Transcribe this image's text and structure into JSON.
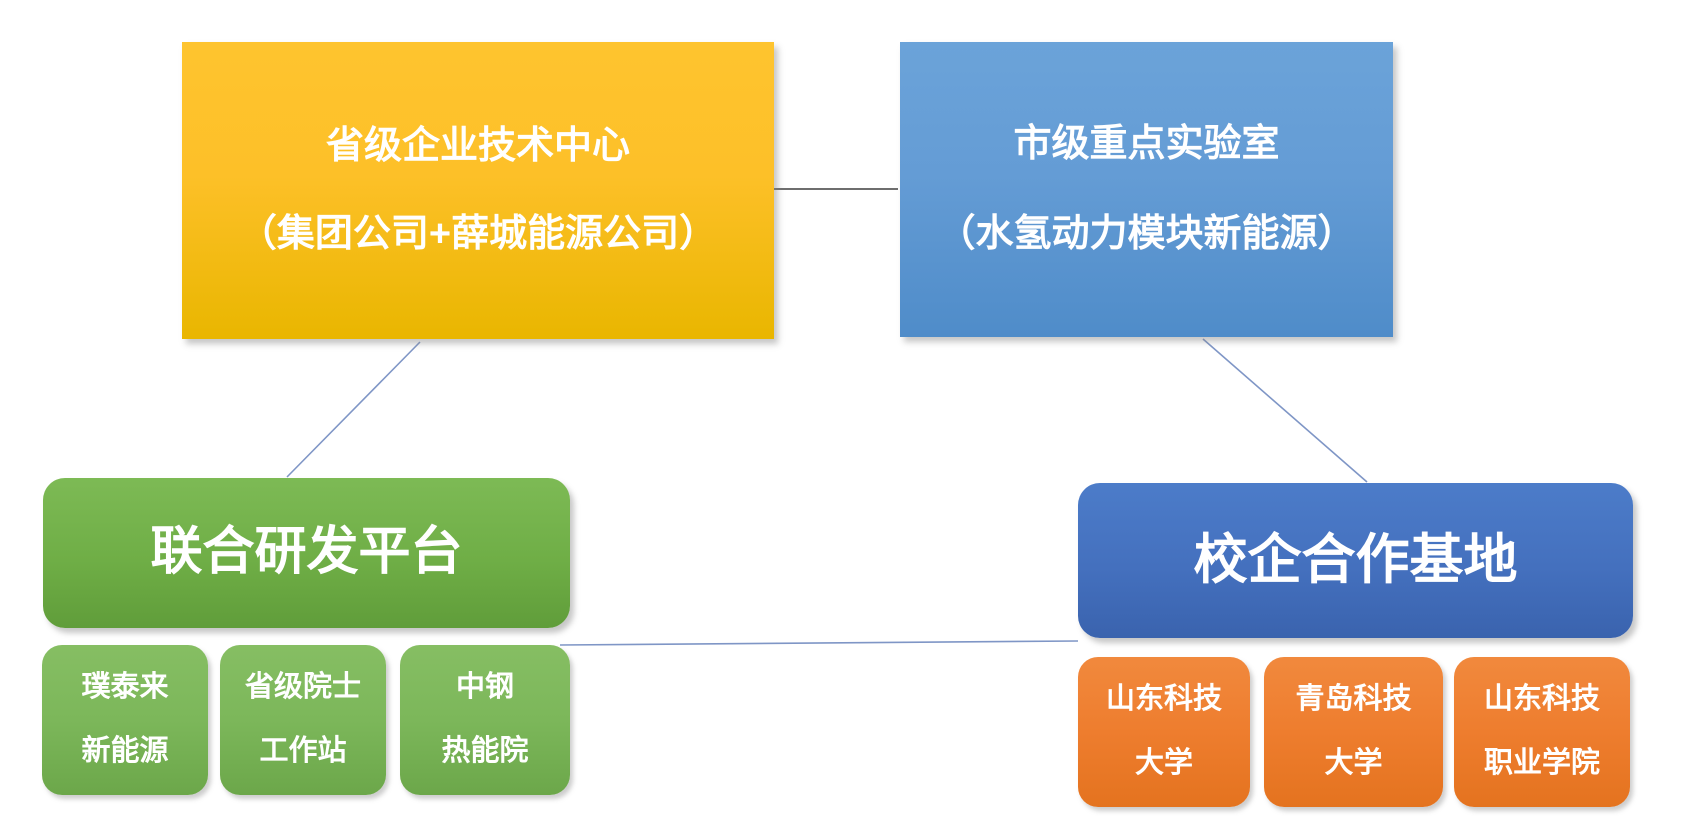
{
  "nodes": {
    "provincial_center": {
      "line1": "省级企业技术中心",
      "line2": "（集团公司+薛城能源公司）"
    },
    "municipal_lab": {
      "line1": "市级重点实验室",
      "line2": "（水氢动力模块新能源）"
    },
    "joint_rd_platform": {
      "label": "联合研发平台"
    },
    "school_enterprise_base": {
      "label": "校企合作基地"
    },
    "rd_partners": [
      {
        "line1": "璞泰来",
        "line2": "新能源"
      },
      {
        "line1": "省级院士",
        "line2": "工作站"
      },
      {
        "line1": "中钢",
        "line2": "热能院"
      }
    ],
    "cooperating_schools": [
      {
        "line1": "山东科技",
        "line2": "大学"
      },
      {
        "line1": "青岛科技",
        "line2": "大学"
      },
      {
        "line1": "山东科技",
        "line2": "职业学院"
      }
    ]
  },
  "colors": {
    "gold_top": "#fec42f",
    "gold_bottom": "#e9b600",
    "sky_blue_top": "#6ba3d9",
    "sky_blue_bottom": "#4f8cc9",
    "green_top": "#7dba55",
    "green_bottom": "#609d3a",
    "light_green_top": "#86be63",
    "light_green_bottom": "#6ca74a",
    "royal_blue_top": "#4c7cc9",
    "royal_blue_bottom": "#3a63ae",
    "orange_top": "#f1893d",
    "orange_bottom": "#e4731f",
    "connector_blue": "#7f96c6",
    "connector_black": "#3f3f3f",
    "text": "#ffffff",
    "background": "#ffffff"
  }
}
